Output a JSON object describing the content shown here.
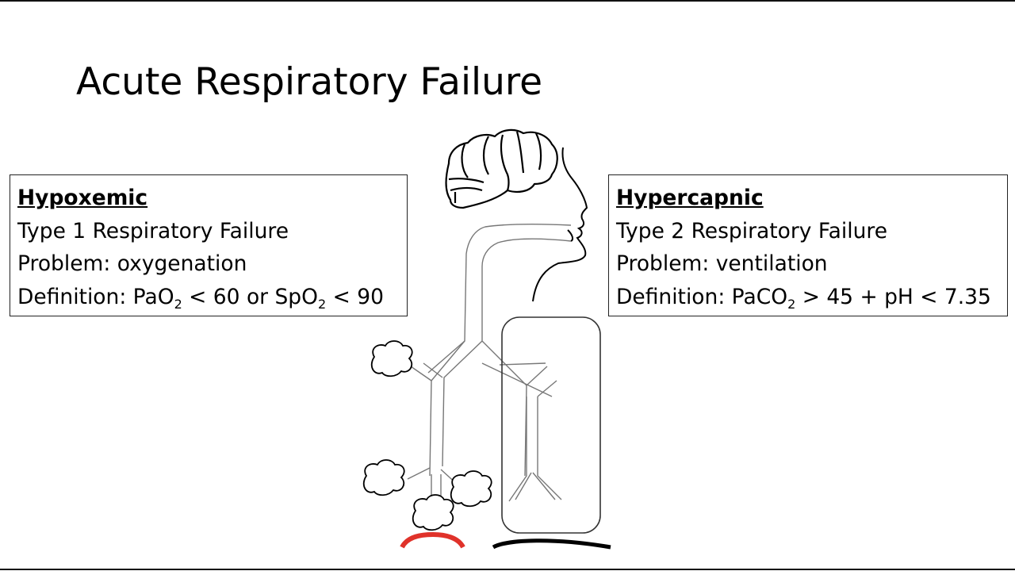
{
  "slide": {
    "title": "Acute Respiratory Failure"
  },
  "hypoxemic": {
    "heading": "Hypoxemic",
    "type": "Type 1 Respiratory Failure",
    "problem": "Problem: oxygenation",
    "definition_prefix": "Definition: PaO",
    "definition_sub1": "2",
    "definition_mid": " < 60 or SpO",
    "definition_sub2": "2",
    "definition_suffix": " < 90"
  },
  "hypercapnic": {
    "heading": "Hypercapnic",
    "type": "Type 2 Respiratory Failure",
    "problem": "Problem: ventilation",
    "definition_prefix": "Definition: PaCO",
    "definition_sub": "2",
    "definition_suffix": " > 45 + pH < 7.35"
  },
  "colors": {
    "diaphragm_left": "#e0322a",
    "diaphragm_right": "#000000"
  }
}
